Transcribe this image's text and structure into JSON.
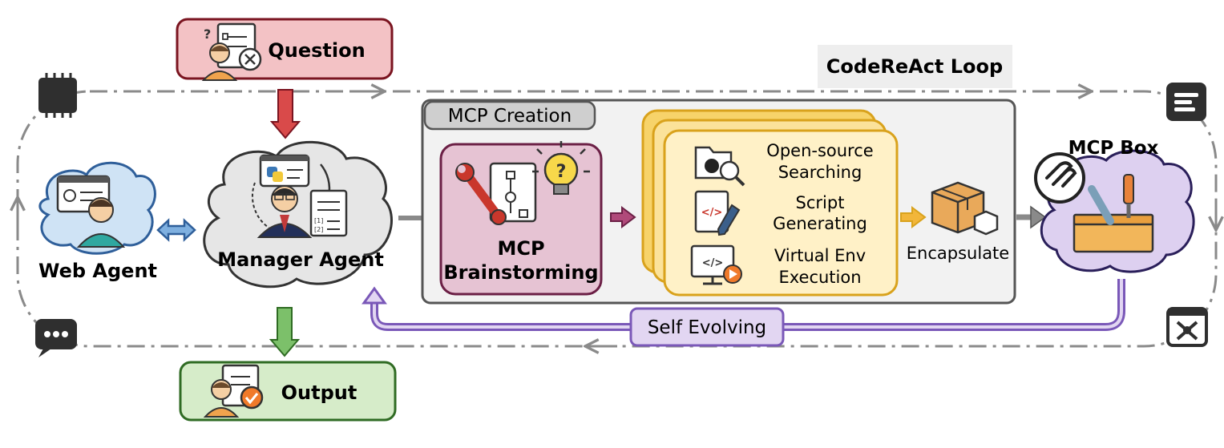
{
  "question_label": "Question",
  "output_label": "Output",
  "loop_label": "CodeReAct Loop",
  "web_agent_label": "Web Agent",
  "manager_agent_label": "Manager Agent",
  "mcp_creation_label": "MCP Creation",
  "brainstorming": {
    "line1": "MCP",
    "line2": "Brainstorming"
  },
  "steps": [
    {
      "line1": "Open-source",
      "line2": "Searching"
    },
    {
      "line1": "Script",
      "line2": "Generating"
    },
    {
      "line1": "Virtual Env",
      "line2": "Execution"
    }
  ],
  "encapsulate_label": "Encapsulate",
  "mcp_box_label": "MCP Box",
  "self_evolving_label": "Self Evolving",
  "icon_text": {
    "code_tag": "</>",
    "question_mark": "?",
    "list_1": "[1]",
    "list_2": "[2]"
  },
  "colors": {
    "question_fill": "#f3c2c5",
    "question_stroke": "#7a1420",
    "output_fill": "#d6ecc9",
    "output_stroke": "#2f6b23",
    "mcp_creation_fill": "#f2f2f2",
    "mcp_creation_stroke": "#555555",
    "brainstorm_fill": "#e6c3d3",
    "brainstorm_stroke": "#6b1f45",
    "steps_fill": "#fff1c7",
    "steps_stroke": "#d9a21c",
    "self_evolving_fill": "#e2d6f2",
    "self_evolving_stroke": "#7a58b8",
    "web_cloud_fill": "#cfe3f5",
    "box_cloud_fill": "#ddd0f0",
    "loop_stroke": "#8a8a8a"
  }
}
